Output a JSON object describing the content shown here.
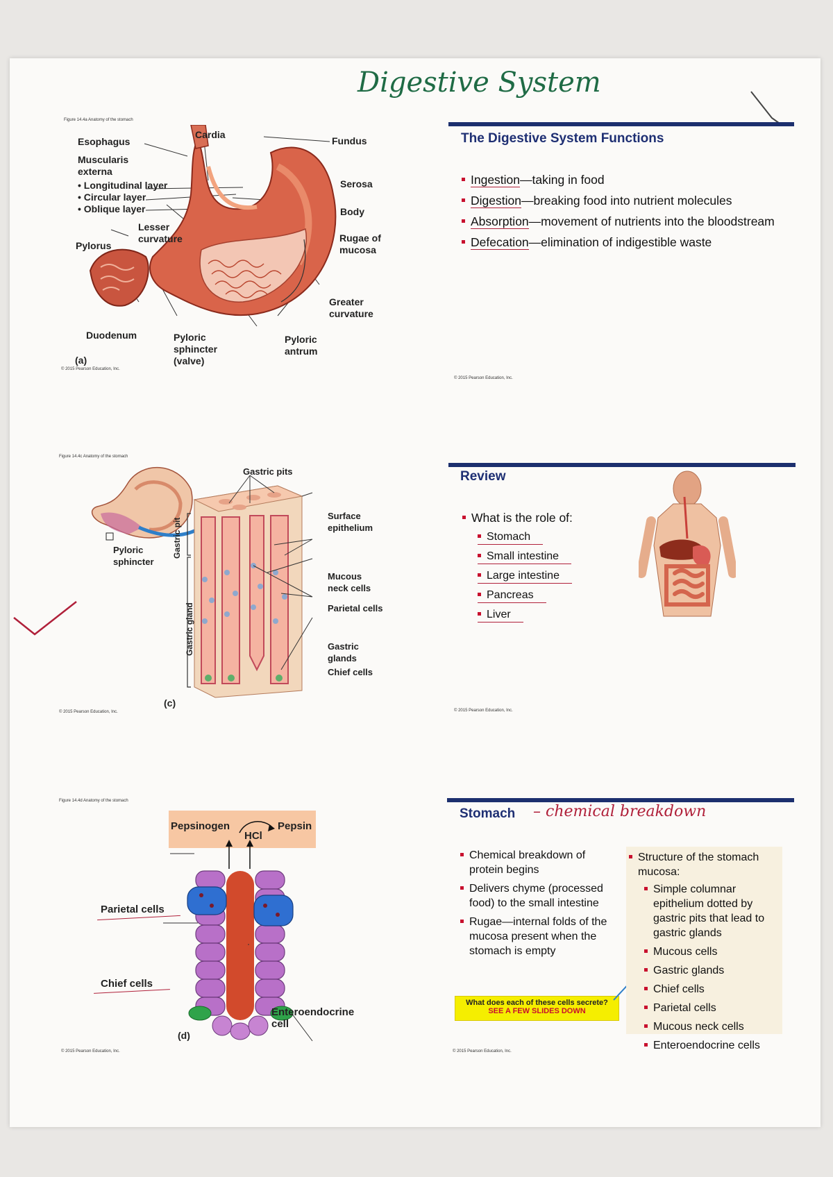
{
  "page_title": "Digestive System",
  "panel1": {
    "caption": "Figure 14.4a Anatomy of the stomach",
    "labels": {
      "esophagus": "Esophagus",
      "muscularis": "Muscularis externa",
      "longitudinal": "• Longitudinal layer",
      "circular": "• Circular layer",
      "oblique": "• Oblique layer",
      "cardia": "Cardia",
      "fundus": "Fundus",
      "serosa": "Serosa",
      "body": "Body",
      "lesser": "Lesser curvature",
      "pylorus": "Pylorus",
      "rugae": "Rugae of mucosa",
      "greater": "Greater curvature",
      "duodenum": "Duodenum",
      "pyloric_sphincter": "Pyloric sphincter (valve)",
      "pyloric_antrum": "Pyloric antrum",
      "part": "(a)"
    },
    "copyright": "© 2015 Pearson Education, Inc."
  },
  "slide1": {
    "title": "The Digestive System Functions",
    "items": [
      {
        "term": "Ingestion",
        "desc": "—taking in food"
      },
      {
        "term": "Digestion",
        "desc": "—breaking food into nutrient molecules"
      },
      {
        "term": "Absorption",
        "desc": "—movement of nutrients into the bloodstream"
      },
      {
        "term": "Defecation",
        "desc": "—elimination of indigestible waste"
      }
    ],
    "copyright": "© 2015 Pearson Education, Inc."
  },
  "panel2": {
    "caption": "Figure 14.4c Anatomy of the stomach",
    "labels": {
      "gastric_pits": "Gastric pits",
      "surface_epithelium": "Surface epithelium",
      "pyloric_sphincter": "Pyloric sphincter",
      "gastric_pit": "Gastric pit",
      "gastric_gland": "Gastric gland",
      "mucous_neck": "Mucous neck cells",
      "parietal": "Parietal cells",
      "gastric_glands": "Gastric glands",
      "chief": "Chief cells",
      "part": "(c)"
    },
    "copyright": "© 2015 Pearson Education, Inc."
  },
  "slide2": {
    "title": "Review",
    "question": "What is the role of:",
    "organs": [
      "Stomach",
      "Small intestine",
      "Large intestine",
      "Pancreas",
      "Liver"
    ],
    "copyright": "© 2015 Pearson Education, Inc."
  },
  "panel3": {
    "caption": "Figure 14.4d Anatomy of the stomach",
    "labels": {
      "pepsinogen": "Pepsinogen",
      "pepsin": "Pepsin",
      "hcl": "HCl",
      "parietal": "Parietal cells",
      "chief": "Chief cells",
      "entero": "Enteroendocrine cell",
      "part": "(d)"
    },
    "copyright": "© 2015 Pearson Education, Inc."
  },
  "slide3": {
    "title": "Stomach",
    "handwritten": "– chemical breakdown",
    "left_items": [
      "Chemical breakdown of protein begins",
      "Delivers chyme (processed food) to the small intestine",
      "Rugae—internal folds of the mucosa present when the stomach is empty"
    ],
    "note_line1": "What does each of these cells secrete?",
    "note_line2": "SEE A FEW SLIDES DOWN",
    "right_head": "Structure of the stomach mucosa:",
    "right_items": [
      "Simple columnar epithelium dotted by gastric pits that lead to gastric glands",
      "Mucous cells",
      "Gastric glands",
      "Chief cells",
      "Parietal cells",
      "Mucous neck cells",
      "Enteroendocrine cells"
    ],
    "copyright": "© 2015 Pearson Education, Inc."
  }
}
